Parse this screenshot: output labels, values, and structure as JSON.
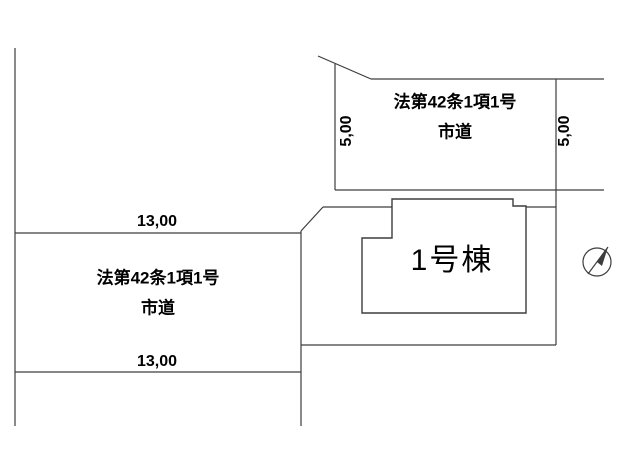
{
  "north_road": {
    "law_label": "法第42条1項1号",
    "road_type_label": "市道",
    "width_dim_left": "5,00",
    "width_dim_right": "5,00"
  },
  "west_road": {
    "law_label": "法第42条1項1号",
    "road_type_label": "市道",
    "length_dim_top": "13,00",
    "length_dim_bottom": "13,00"
  },
  "parcel": {
    "building_label": "1号棟"
  },
  "icons": {
    "north_arrow": "north-arrow-icon"
  },
  "colors": {
    "line": "#3d3d3d",
    "text": "#000000",
    "bg": "#ffffff"
  }
}
